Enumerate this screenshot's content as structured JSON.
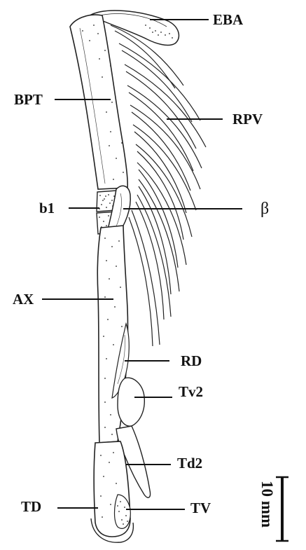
{
  "figure": {
    "labels": {
      "eba": "EBA",
      "bpt": "BPT",
      "rpv": "RPV",
      "b1": "b1",
      "beta": "β",
      "ax": "AX",
      "rd": "RD",
      "tv2": "Tv2",
      "td2": "Td2",
      "td": "TD",
      "tv": "TV"
    },
    "scale_bar": {
      "label": "10 mm"
    }
  }
}
